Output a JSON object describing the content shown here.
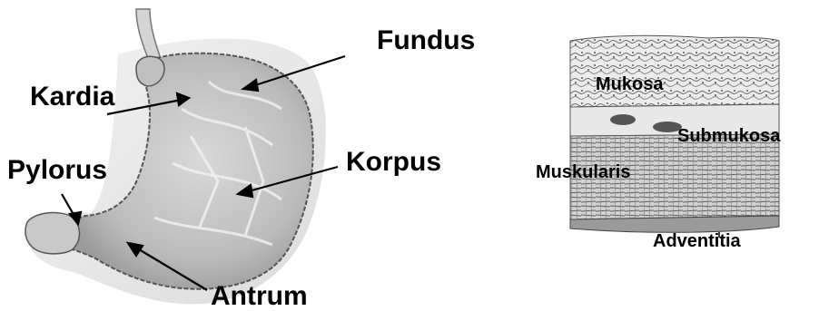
{
  "stomach": {
    "labels": {
      "fundus": "Fundus",
      "kardia": "Kardia",
      "pylorus": "Pylorus",
      "korpus": "Korpus",
      "antrum": "Antrum"
    }
  },
  "wall": {
    "labels": {
      "mukosa": "Mukosa",
      "submukosa": "Submukosa",
      "muskularis": "Muskularis",
      "adventitia": "Adventitia"
    }
  },
  "colors": {
    "stroke": "#000000",
    "tissue_light": "#e4e4e4",
    "tissue_mid": "#bdbdbd",
    "tissue_dark": "#7a7a7a"
  }
}
